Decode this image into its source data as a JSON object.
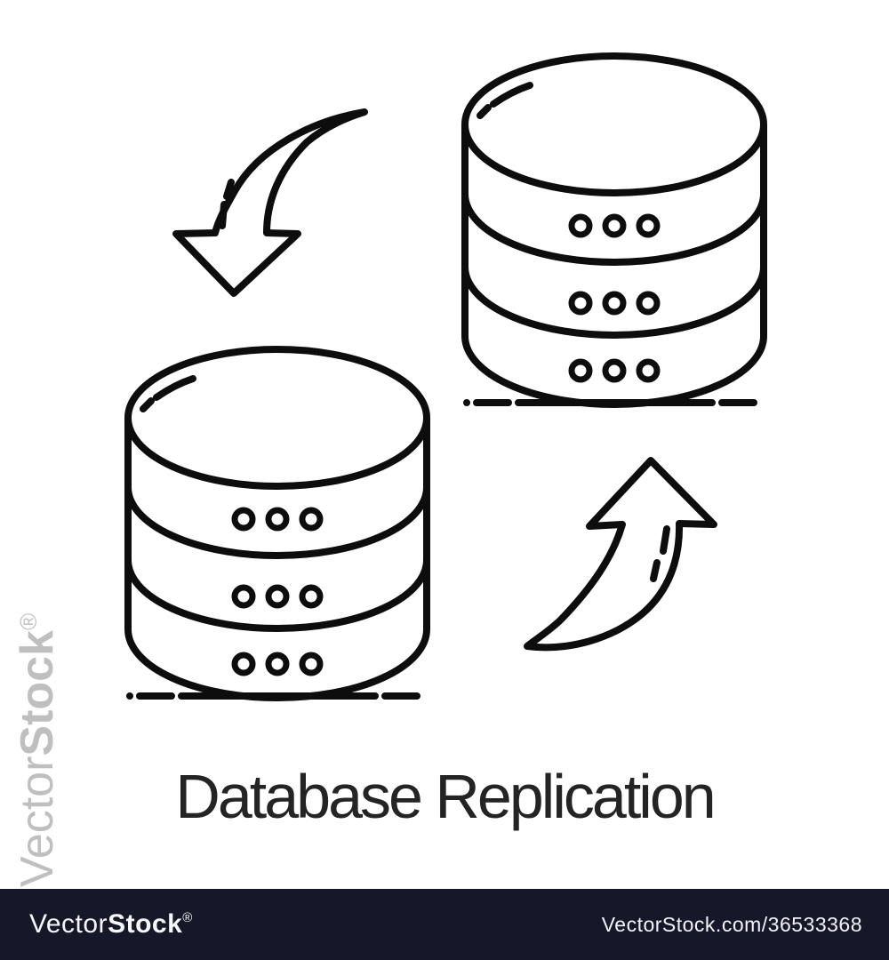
{
  "title": "Database Replication",
  "watermark": {
    "logo_light": "Vector",
    "logo_bold": "Stock",
    "registered": "®",
    "site_url": "VectorStock.com/36533368"
  },
  "illustration": {
    "source_icon": "database-cylinder-top-right",
    "replica_icon": "database-cylinder-bottom-left",
    "down_arrow_icon": "curved-arrow-down",
    "up_arrow_icon": "curved-arrow-up",
    "style": "black outline line-art on white"
  },
  "colors": {
    "line": "#0d0d0d",
    "title_text": "#242424",
    "bar_background": "#17172a",
    "bar_text": "#f7f7fa",
    "side_watermark": "#bfbfbf",
    "background": "#ffffff"
  }
}
